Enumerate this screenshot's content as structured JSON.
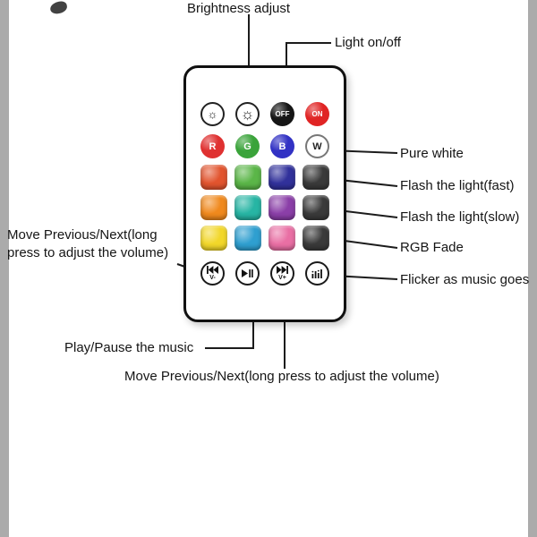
{
  "callouts": {
    "brightness": "Brightness adjust",
    "light_onoff": "Light on/off",
    "pure_white": "Pure white",
    "flash_fast": "Flash the light(fast)",
    "flash_slow": "Flash the light(slow)",
    "rgb_fade": "RGB Fade",
    "flicker": "Flicker as music goes",
    "move_left_line1": "Move Previous/Next(long",
    "move_left_line2": "press to adjust the volume)",
    "play_pause": "Play/Pause the music",
    "move_bottom": "Move Previous/Next(long press to adjust the volume)"
  },
  "remote": {
    "buttons": {
      "off": "OFF",
      "on": "ON",
      "r": "R",
      "g": "G",
      "b": "B",
      "w": "W",
      "v_minus": "V-",
      "v_plus": "V+"
    },
    "icons": {
      "sun_small": "☼",
      "sun_large": "☼"
    },
    "button_colors": {
      "r": "#df3131",
      "g": "#3aa33a",
      "b": "#3232c4",
      "on": "#e02424",
      "off": "#161616"
    },
    "grid_colors": [
      [
        "#e2542e",
        "#5bb648",
        "#31319b",
        "#3a3a3a"
      ],
      [
        "#f0891d",
        "#27b5a4",
        "#8b3fa8",
        "#3a3a3a"
      ],
      [
        "#f2d72a",
        "#2f9fd0",
        "#e96fa4",
        "#3a3a3a"
      ]
    ]
  },
  "page": {
    "background": "#ffffff",
    "side_bar_color": "#ababab",
    "line_color": "#1c1c1c"
  }
}
